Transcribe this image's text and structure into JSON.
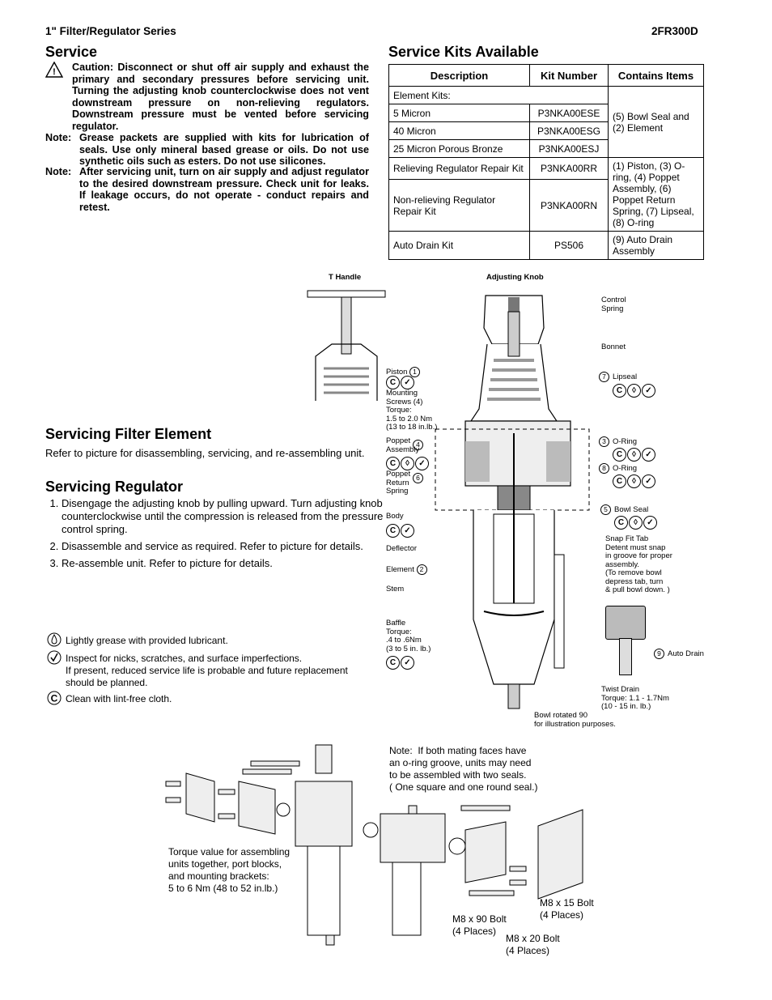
{
  "header": {
    "series": "1\" Filter/Regulator Series",
    "model": "2FR300D"
  },
  "service": {
    "title": "Service",
    "caution": "Caution: Disconnect or shut off air supply and exhaust the primary and secondary pressures before servicing unit. Turning the adjusting knob counterclockwise does not vent downstream pressure on non-relieving regulators. Downstream pressure must be vented before servicing regulator.",
    "note1_label": "Note:",
    "note1": "Grease packets are supplied with kits for lubrication of seals. Use only mineral based grease or oils. Do not use synthetic oils such as esters. Do not use silicones.",
    "note2_label": "Note:",
    "note2": "After servicing unit, turn on air supply and adjust regulator to the desired downstream pressure. Check unit for leaks. If leakage occurs, do not operate - conduct repairs and retest."
  },
  "kits": {
    "title": "Service Kits Available",
    "headers": [
      "Description",
      "Kit Number",
      "Contains Items"
    ],
    "element_kits_label": "Element Kits:",
    "rows": [
      {
        "desc": "5 Micron",
        "kit": "P3NKA00ESE"
      },
      {
        "desc": "40 Micron",
        "kit": "P3NKA00ESG"
      },
      {
        "desc": "25 Micron Porous Bronze",
        "kit": "P3NKA00ESJ"
      },
      {
        "desc": "Relieving Regulator Repair Kit",
        "kit": "P3NKA00RR"
      },
      {
        "desc": "Non-relieving Regulator Repair Kit",
        "kit": "P3NKA00RN"
      },
      {
        "desc": "Auto Drain Kit",
        "kit": "PS506"
      }
    ],
    "contains_element": "(5) Bowl Seal and (2) Element",
    "contains_regulator": "(1) Piston, (3) O-ring, (4) Poppet Assembly, (6) Poppet Return Spring, (7) Lipseal, (8) O-ring",
    "contains_drain": "(9) Auto Drain Assembly"
  },
  "filter_element": {
    "title": "Servicing Filter Element",
    "text": "Refer to picture for disassembling, servicing, and re-assembling unit."
  },
  "regulator": {
    "title": "Servicing Regulator",
    "steps": [
      "Disengage the adjusting knob by pulling upward. Turn adjusting knob counterclockwise until the compression is released from the pressure control spring.",
      "Disassemble and service as required.  Refer to picture for details.",
      "Re-assemble unit.  Refer to picture for details."
    ]
  },
  "legend": {
    "grease": "Lightly grease with provided lubricant.",
    "inspect": "Inspect for nicks, scratches, and surface imperfections.",
    "inspect2": "If present, reduced service life is probable and future replacement should be planned.",
    "clean": "Clean with lint-free cloth."
  },
  "diagram": {
    "t_handle": "T Handle",
    "adjusting_knob": "Adjusting Knob",
    "control_spring": "Control\nSpring",
    "bonnet": "Bonnet",
    "piston": "Piston",
    "mounting": "Mounting\nScrews (4)\nTorque:\n1.5 to 2.0 Nm\n(13 to 18 in.lb.)",
    "poppet_assembly": "Poppet\nAssembly",
    "poppet_return": "Poppet\nReturn\nSpring",
    "body": "Body",
    "deflector": "Deflector",
    "element": "Element",
    "stem": "Stem",
    "baffle": "Baffle\nTorque:\n.4 to .6Nm\n(3 to 5 in. lb.)",
    "lipseal": "Lipseal",
    "oring3": "O-Ring",
    "oring8": "O-Ring",
    "bowl_seal": "Bowl Seal",
    "snap_fit": "Snap Fit Tab\nDetent must snap\nin groove for proper\nassembly.\n(To remove bowl\ndepress tab, turn\n& pull bowl down. )",
    "auto_drain": "Auto Drain",
    "twist_drain": "Twist Drain\nTorque: 1.1 - 1.7Nm\n(10 - 15 in. lb.)",
    "bowl_rotated": "Bowl rotated 90\nfor illustration purposes."
  },
  "assembly": {
    "note": "Note:  If both mating faces have\nan o-ring groove, units may need\nto be assembled with two seals.\n( One square and one round seal.)",
    "torque": "Torque value for assembling\nunits together, port blocks,\nand mounting brackets:\n5 to 6 Nm (48 to 52 in.lb.)",
    "m8x90": "M8 x 90 Bolt\n(4 Places)",
    "m8x15": "M8 x 15 Bolt\n(4 Places)",
    "m8x20": "M8 x 20 Bolt\n(4 Places)"
  }
}
